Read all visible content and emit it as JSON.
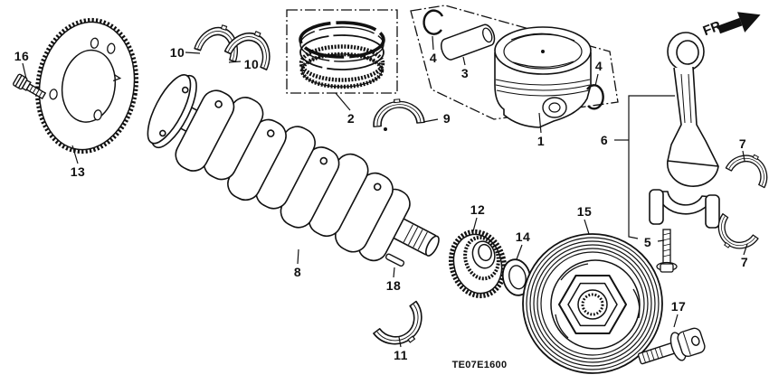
{
  "diagram": {
    "code": "TE07E1600",
    "direction_indicator": "FR.",
    "callouts": [
      {
        "text": "1"
      },
      {
        "text": "2"
      },
      {
        "text": "3"
      },
      {
        "text": "4"
      },
      {
        "text": "4"
      },
      {
        "text": "5"
      },
      {
        "text": "6"
      },
      {
        "text": "7"
      },
      {
        "text": "7"
      },
      {
        "text": "8"
      },
      {
        "text": "9"
      },
      {
        "text": "10"
      },
      {
        "text": "10"
      },
      {
        "text": "11"
      },
      {
        "text": "12"
      },
      {
        "text": "13"
      },
      {
        "text": "14"
      },
      {
        "text": "15"
      },
      {
        "text": "16"
      },
      {
        "text": "17"
      },
      {
        "text": "18"
      }
    ]
  }
}
